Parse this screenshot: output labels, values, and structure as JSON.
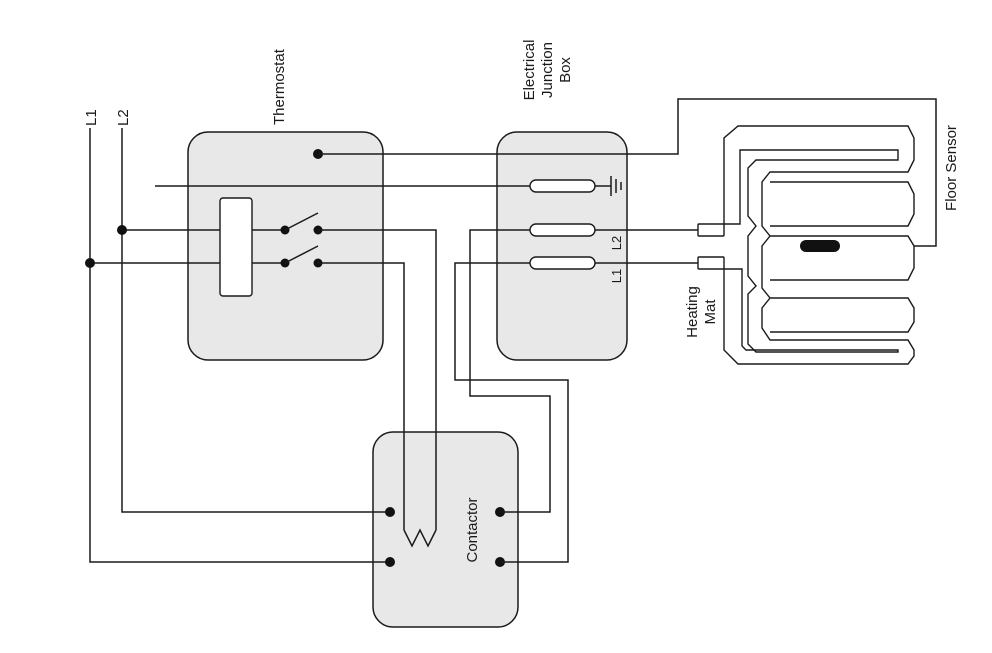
{
  "labels": {
    "l1": "L1",
    "l2": "L2",
    "thermostat": "Thermostat",
    "junction_box_line1": "Electrical",
    "junction_box_line2": "Junction",
    "junction_box_line3": "Box",
    "jb_l2": "L2",
    "jb_l1": "L1",
    "floor_sensor": "Floor Sensor",
    "heating_mat_line1": "Heating",
    "heating_mat_line2": "Mat",
    "contactor": "Contactor"
  },
  "icons": [
    "ground-icon",
    "switch-icon",
    "coil-icon",
    "sensor-icon"
  ]
}
